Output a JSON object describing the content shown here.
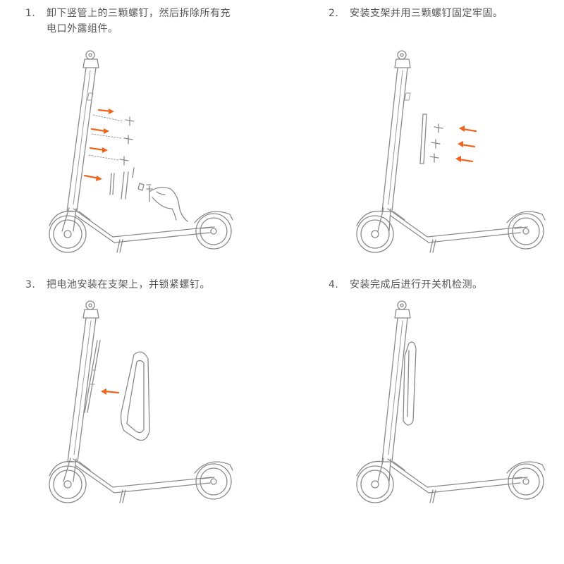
{
  "steps": [
    {
      "number": "1.",
      "text": "卸下竖管上的三颗螺钉，然后拆除所有充电口外露组件。"
    },
    {
      "number": "2.",
      "text": "安装支架并用三颗螺钉固定牢固。"
    },
    {
      "number": "3.",
      "text": "把电池安装在支架上，并锁紧螺钉。"
    },
    {
      "number": "4.",
      "text": "安装完成后进行开关机检测。"
    }
  ],
  "colors": {
    "line": "#8a8a8a",
    "arrow": "#f0641e",
    "text": "#555555"
  },
  "icons": [
    "scooter-illustration",
    "screw-icon",
    "arrow-icon",
    "bracket-icon",
    "battery-pack-icon",
    "hand-icon"
  ]
}
